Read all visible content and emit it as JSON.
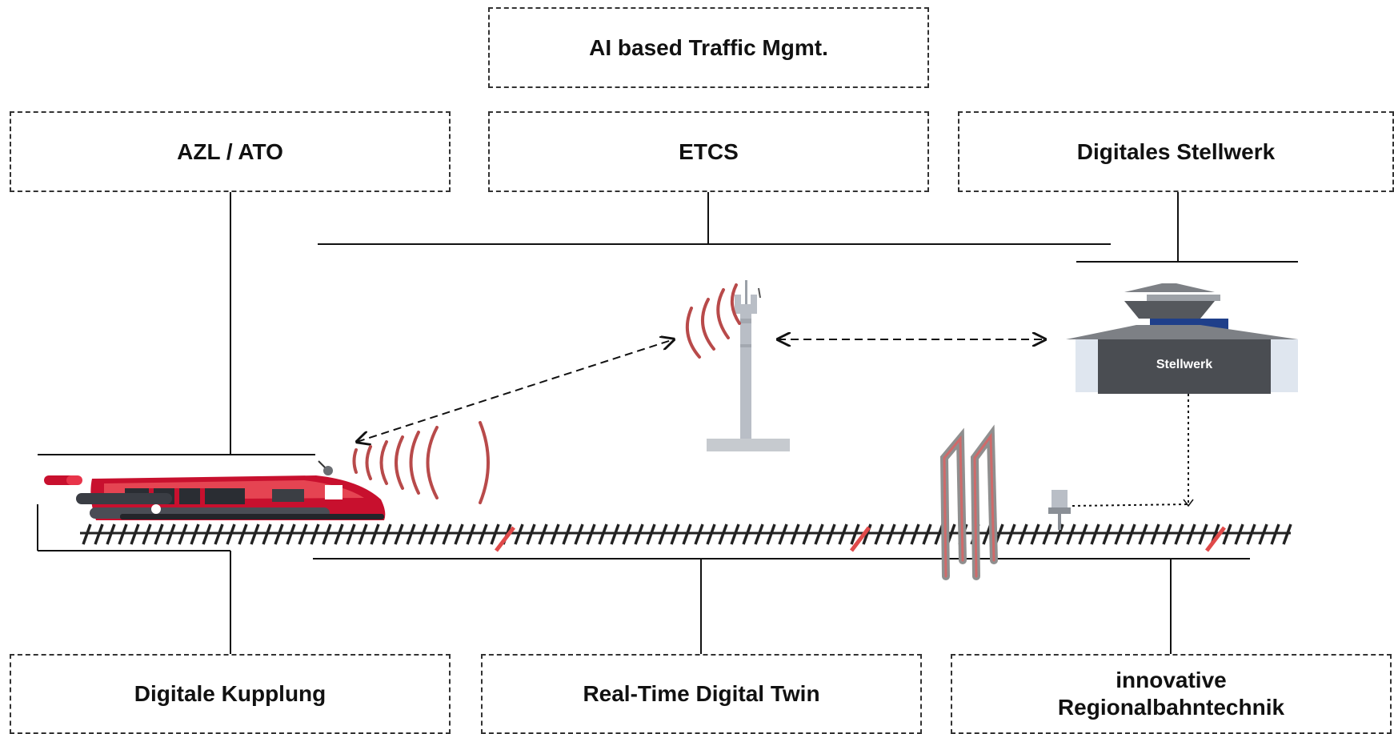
{
  "boxes": {
    "ai_traffic": "AI  based Traffic Mgmt.",
    "azl_ato": "AZL / ATO",
    "etcs": "ETCS",
    "digital_interlocking": "Digitales Stellwerk",
    "digital_coupling": "Digitale Kupplung",
    "digital_twin": "Real-Time Digital Twin",
    "regional_rail_line1": "innovative",
    "regional_rail_line2": "Regionalbahntechnik"
  },
  "stellwerk_label": "Stellwerk",
  "colors": {
    "train_red": "#c8102e",
    "signal_red": "#b84a4a",
    "tower_gray": "#b9bec6",
    "building_dark": "#4a4d52",
    "building_blue": "#1f3f8a",
    "line": "#111111"
  }
}
